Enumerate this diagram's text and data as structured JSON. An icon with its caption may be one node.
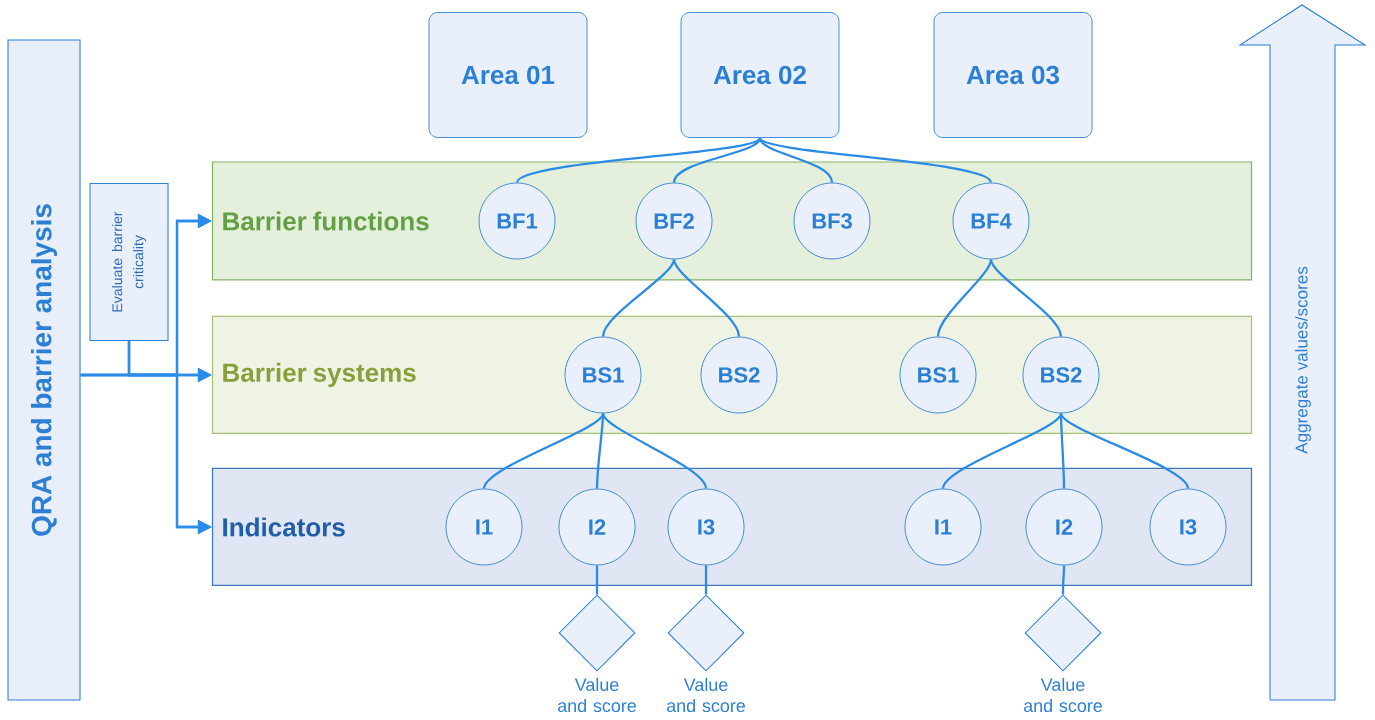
{
  "diagram": {
    "nodes": [
      {
        "text": [
          "QRA and barrier analysis"
        ]
      },
      {
        "text": [
          "Evaluate barrier criticality"
        ]
      },
      {
        "text": [
          "Area 01"
        ]
      },
      {
        "text": [
          "Area 02"
        ]
      },
      {
        "text": [
          "Area 03"
        ]
      },
      {
        "text": [
          "Barrier functions"
        ]
      },
      {
        "text": [
          "BF1"
        ],
        "in": 5
      },
      {
        "text": [
          "BF2"
        ],
        "in": 5
      },
      {
        "text": [
          "BF3"
        ],
        "in": 5
      },
      {
        "text": [
          "BF4"
        ],
        "in": 5
      },
      {
        "text": [
          "Barrier systems"
        ]
      },
      {
        "text": [
          "BS1"
        ],
        "in": 10
      },
      {
        "text": [
          "BS2"
        ],
        "in": 10
      },
      {
        "text": [
          "BS1"
        ],
        "in": 10
      },
      {
        "text": [
          "BS2"
        ],
        "in": 10
      },
      {
        "text": [
          "Indicators"
        ]
      },
      {
        "text": [
          "I1"
        ],
        "in": 15
      },
      {
        "text": [
          "I2"
        ],
        "in": 15
      },
      {
        "text": [
          "I3"
        ],
        "in": 15
      },
      {
        "text": [
          "I1"
        ],
        "in": 15
      },
      {
        "text": [
          "I2"
        ],
        "in": 15
      },
      {
        "text": [
          "I3"
        ],
        "in": 15
      },
      {
        "text": [],
        "shape": "diamond",
        "beside": [
          "Value and score"
        ]
      },
      {
        "text": [],
        "shape": "diamond",
        "beside": [
          "Value and score"
        ]
      },
      {
        "text": [],
        "shape": "diamond",
        "beside": [
          "Value and score"
        ]
      },
      {
        "text": [
          "Aggregate values/scores"
        ]
      }
    ],
    "edges": [
      {
        "from": 0,
        "to": 5,
        "arrow": "to"
      },
      {
        "from": 0,
        "to": 10,
        "arrow": "to"
      },
      {
        "from": 0,
        "to": 15,
        "arrow": "to"
      },
      {
        "from": 1,
        "to": 5,
        "arrow": "to"
      },
      {
        "from": 1,
        "to": 10,
        "arrow": "to"
      },
      {
        "from": 1,
        "to": 15,
        "arrow": "to"
      },
      {
        "from": 3,
        "to": 6,
        "arrow": "none"
      },
      {
        "from": 3,
        "to": 7,
        "arrow": "none"
      },
      {
        "from": 3,
        "to": 8,
        "arrow": "none"
      },
      {
        "from": 3,
        "to": 9,
        "arrow": "none"
      },
      {
        "from": 7,
        "to": 11,
        "arrow": "none"
      },
      {
        "from": 7,
        "to": 12,
        "arrow": "none"
      },
      {
        "from": 9,
        "to": 13,
        "arrow": "none"
      },
      {
        "from": 9,
        "to": 14,
        "arrow": "none"
      },
      {
        "from": 11,
        "to": 16,
        "arrow": "none"
      },
      {
        "from": 11,
        "to": 17,
        "arrow": "none"
      },
      {
        "from": 11,
        "to": 18,
        "arrow": "none"
      },
      {
        "from": 14,
        "to": 19,
        "arrow": "none"
      },
      {
        "from": 14,
        "to": 20,
        "arrow": "none"
      },
      {
        "from": 14,
        "to": 21,
        "arrow": "none"
      },
      {
        "from": 17,
        "to": 22,
        "arrow": "none"
      },
      {
        "from": 18,
        "to": 23,
        "arrow": "none"
      },
      {
        "from": 20,
        "to": 24,
        "arrow": "none"
      }
    ]
  }
}
